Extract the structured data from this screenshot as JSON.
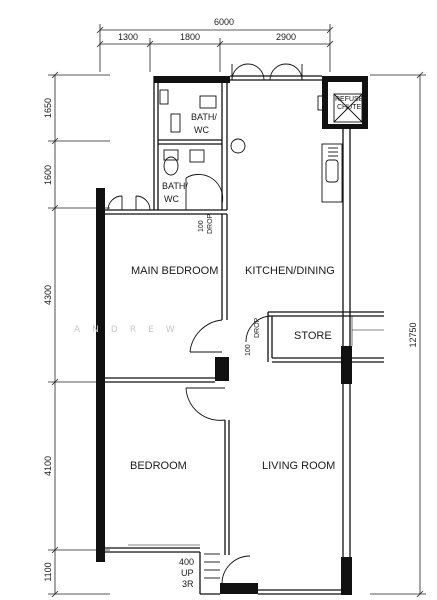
{
  "dimensions": {
    "top_total": "6000",
    "top_segments": [
      "1300",
      "1800",
      "2900"
    ],
    "left_segments": [
      "1650",
      "1600",
      "4300",
      "4100",
      "1100"
    ],
    "right_total": "12750"
  },
  "rooms": {
    "bath_wc_1": [
      "BATH/",
      "WC"
    ],
    "bath_wc_2": [
      "BATH/",
      "WC"
    ],
    "refuse_chute": [
      "REFUSE",
      "CHUTE"
    ],
    "main_bedroom": "MAIN BEDROOM",
    "kitchen_dining": "KITCHEN/DINING",
    "store": "STORE",
    "bedroom": "BEDROOM",
    "living_room": "LIVING ROOM"
  },
  "drops": {
    "drop_1": [
      "100",
      "DROP"
    ],
    "drop_2": [
      "100",
      "DROP"
    ]
  },
  "stair": [
    "400",
    "UP",
    "3R"
  ],
  "watermark": "ANDREW"
}
